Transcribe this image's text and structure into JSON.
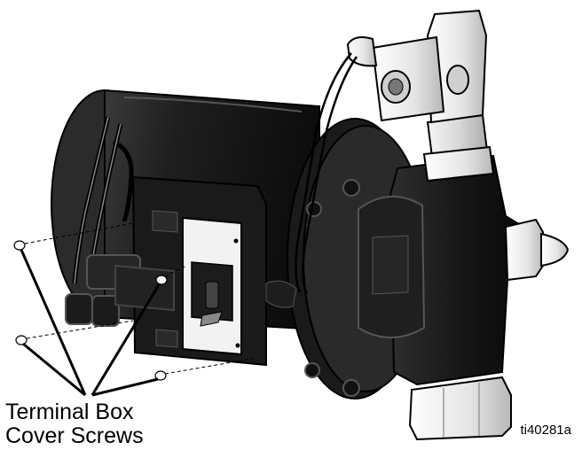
{
  "callout": {
    "line1": "Terminal Box",
    "line2": "Cover Screws"
  },
  "figure_id": "ti40281a"
}
